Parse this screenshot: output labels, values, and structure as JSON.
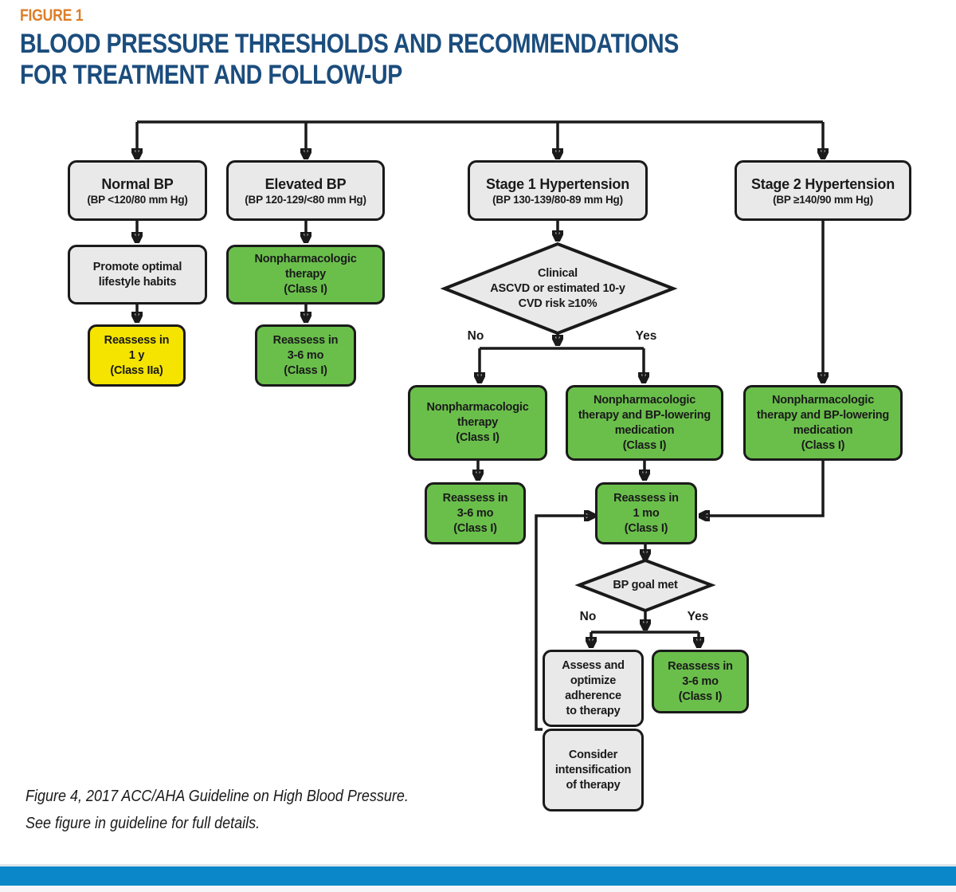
{
  "header": {
    "figure_label": "FIGURE 1",
    "title_line1": "BLOOD PRESSURE THRESHOLDS AND RECOMMENDATIONS",
    "title_line2": "FOR TREATMENT AND FOLLOW-UP"
  },
  "colors": {
    "accent_orange": "#dd7e28",
    "title_blue": "#1b4d7d",
    "node_green": "#6abf4b",
    "node_yellow": "#f5e400",
    "node_gray": "#e9e9e9",
    "line_black": "#1a1a1a",
    "bottom_bar_blue": "#0987c8"
  },
  "flowchart": {
    "nodes": {
      "normal_bp": {
        "title": "Normal BP",
        "subtitle": "(BP <120/80 mm Hg)"
      },
      "elevated_bp": {
        "title": "Elevated BP",
        "subtitle": "(BP 120-129/<80 mm Hg)"
      },
      "stage1": {
        "title": "Stage 1 Hypertension",
        "subtitle": "(BP 130-139/80-89 mm Hg)"
      },
      "stage2": {
        "title": "Stage 2 Hypertension",
        "subtitle": "(BP ≥140/90 mm Hg)"
      },
      "promote": {
        "lines": [
          "Promote optimal",
          "lifestyle habits"
        ]
      },
      "nonpharm_elevated": {
        "lines": [
          "Nonpharmacologic",
          "therapy",
          "(Class I)"
        ]
      },
      "reassess_1y": {
        "lines": [
          "Reassess in",
          "1 y",
          "(Class IIa)"
        ]
      },
      "reassess_36_elevated": {
        "lines": [
          "Reassess in",
          "3-6 mo",
          "(Class I)"
        ]
      },
      "ascvd_decision": {
        "lines": [
          "Clinical",
          "ASCVD or estimated 10-y",
          "CVD risk ≥10%"
        ]
      },
      "nonpharm_no": {
        "lines": [
          "Nonpharmacologic",
          "therapy",
          "(Class I)"
        ]
      },
      "nonpharm_yes": {
        "lines": [
          "Nonpharmacologic",
          "therapy and BP-lowering",
          "medication",
          "(Class I)"
        ]
      },
      "nonpharm_stage2": {
        "lines": [
          "Nonpharmacologic",
          "therapy and BP-lowering",
          "medication",
          "(Class I)"
        ]
      },
      "reassess_36_no": {
        "lines": [
          "Reassess in",
          "3-6 mo",
          "(Class I)"
        ]
      },
      "reassess_1mo": {
        "lines": [
          "Reassess in",
          "1  mo",
          "(Class I)"
        ]
      },
      "bp_goal_decision": {
        "lines": [
          "BP goal met"
        ]
      },
      "assess_adherence": {
        "lines": [
          "Assess and",
          "optimize",
          "adherence",
          "to therapy"
        ]
      },
      "reassess_36_goal": {
        "lines": [
          "Reassess in",
          "3-6 mo",
          "(Class I)"
        ]
      },
      "consider_intensification": {
        "lines": [
          "Consider",
          "intensification",
          "of therapy"
        ]
      }
    },
    "branch_labels": {
      "ascvd_no": "No",
      "ascvd_yes": "Yes",
      "goal_no": "No",
      "goal_yes": "Yes"
    }
  },
  "footer": {
    "caption_line1": "Figure 4, 2017 ACC/AHA Guideline on High Blood Pressure.",
    "caption_line2": "See figure in guideline for full details."
  }
}
